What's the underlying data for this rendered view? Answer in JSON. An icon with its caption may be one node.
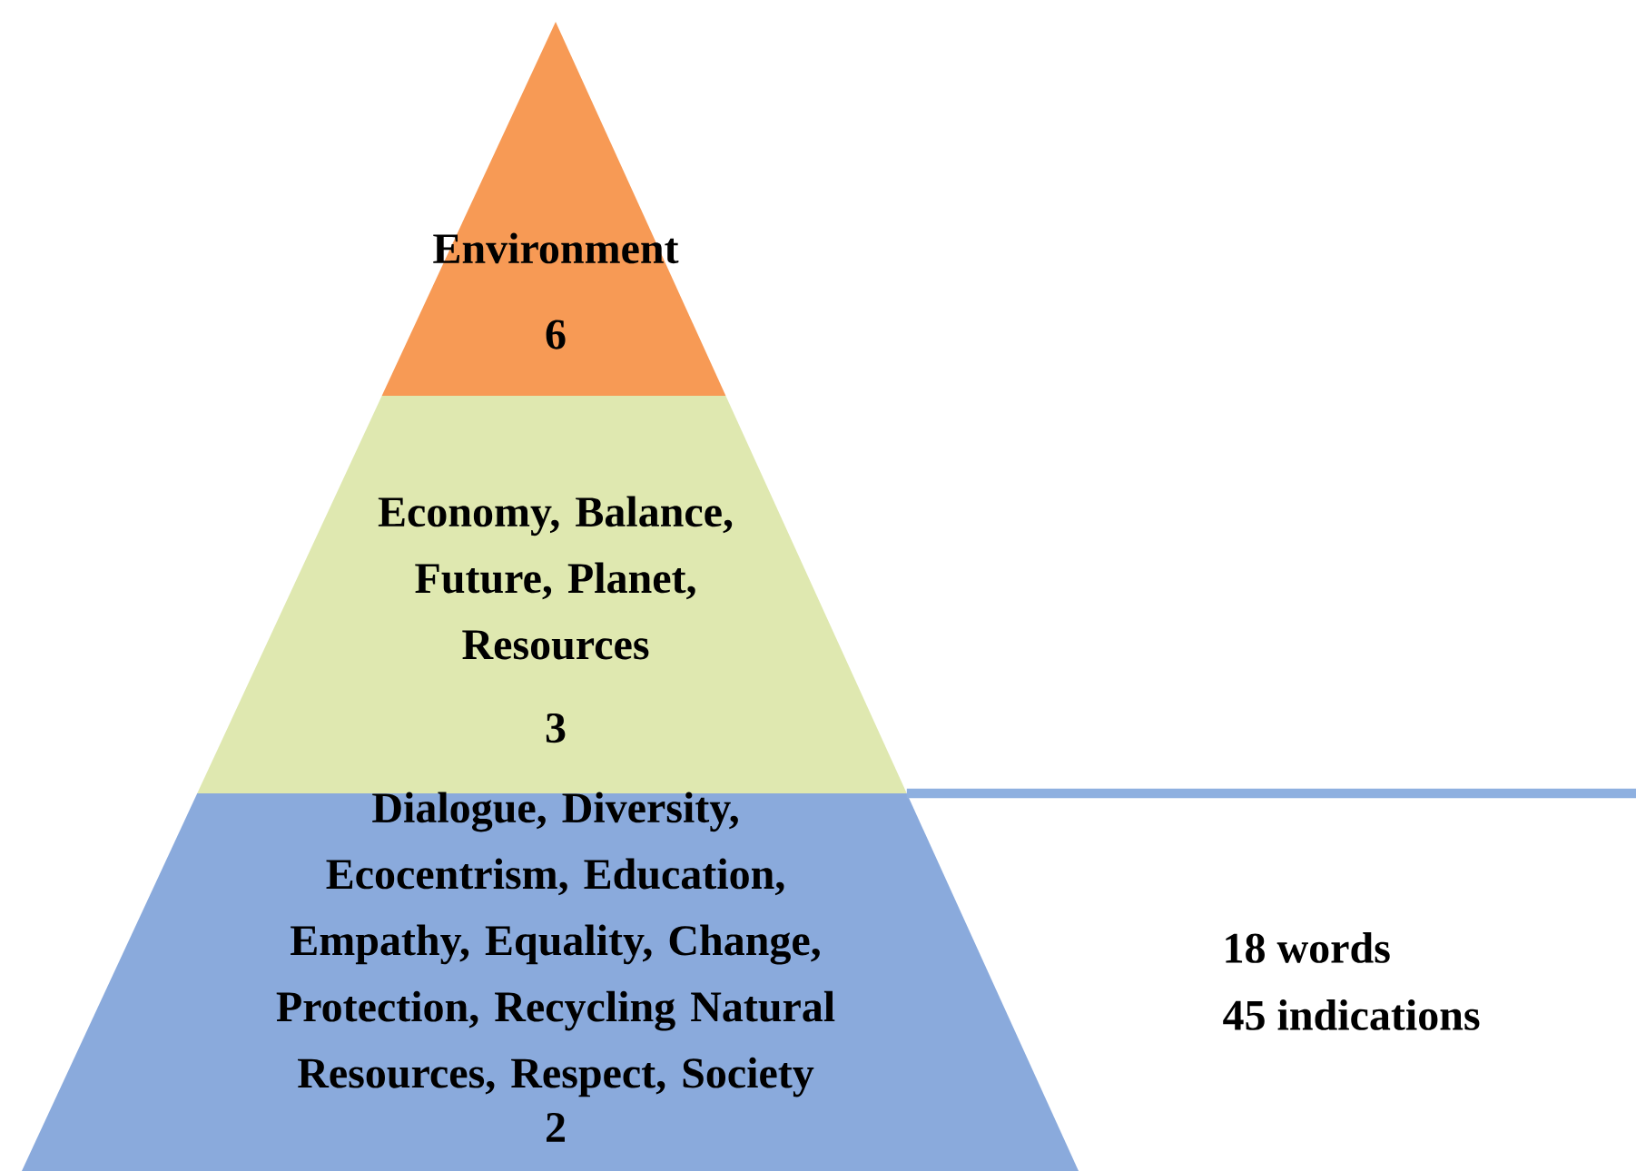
{
  "diagram": {
    "nodes": [
      {
        "text": [
          "Environment",
          "6"
        ]
      },
      {
        "text": [
          "Economy, Balance, Future, Planet, Resources",
          "3"
        ]
      },
      {
        "text": [
          "Dialogue, Diversity, Ecocentrism, Education, Empathy, Equality, Change, Protection, Recycling Natural Resources, Respect, Society",
          "2"
        ]
      }
    ],
    "labels": [
      "18 words",
      "45 indications"
    ]
  }
}
